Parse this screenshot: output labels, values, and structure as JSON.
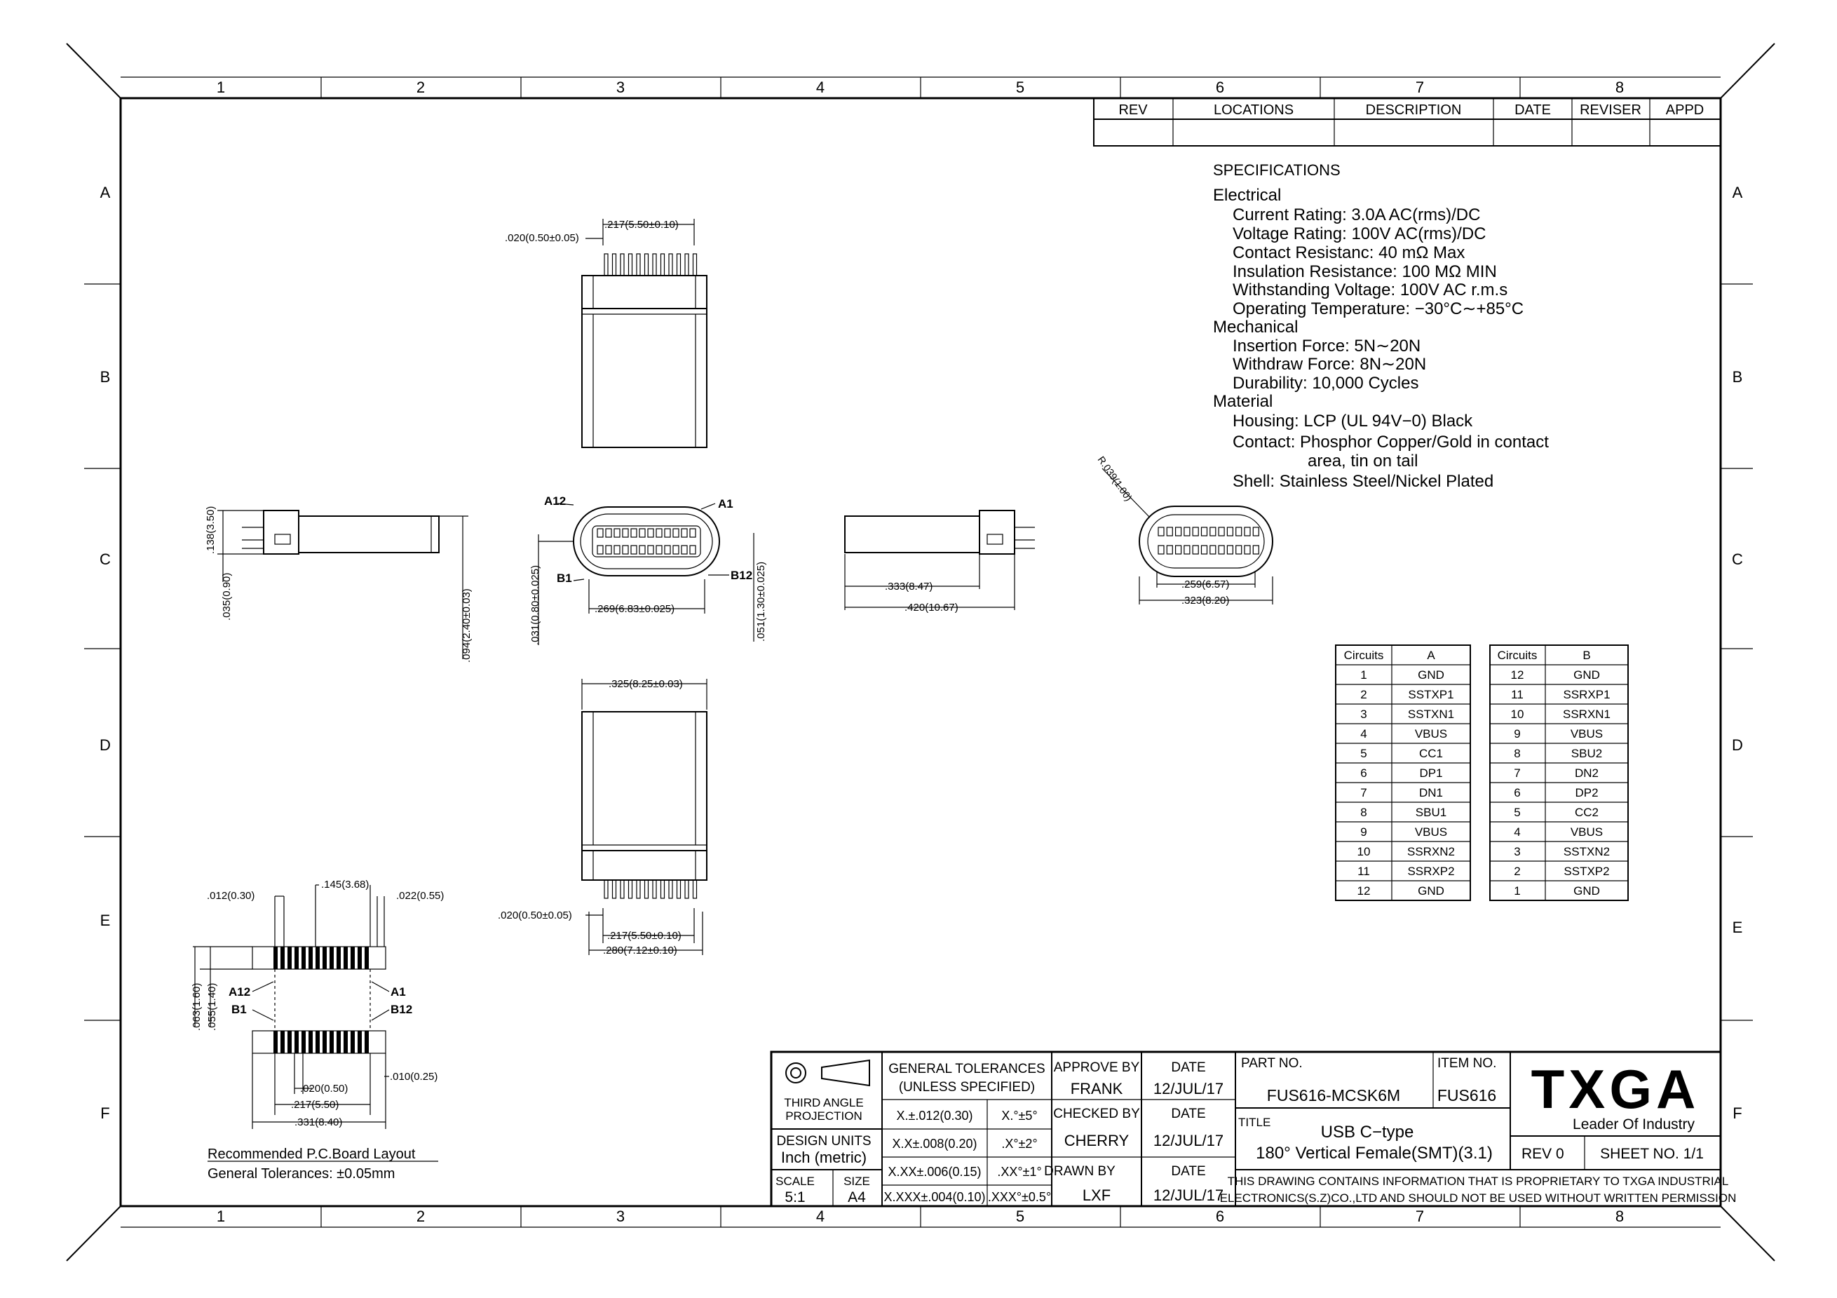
{
  "zones": {
    "columns": [
      "1",
      "2",
      "3",
      "4",
      "5",
      "6",
      "7",
      "8"
    ],
    "rows": [
      "A",
      "B",
      "C",
      "D",
      "E",
      "F"
    ]
  },
  "revision_table": {
    "headers": [
      "REV",
      "LOCATIONS",
      "DESCRIPTION",
      "DATE",
      "REVISER",
      "APPD"
    ]
  },
  "specifications": {
    "title": "SPECIFICATIONS",
    "electrical_title": "Electrical",
    "electrical": [
      "Current Rating: 3.0A  AC(rms)/DC",
      "Voltage Rating: 100V  AC(rms)/DC",
      "Contact Resistanc: 40 mΩ Max",
      "Insulation Resistance: 100 MΩ   MIN",
      "Withstanding Voltage: 100V AC r.m.s",
      "Operating Temperature: −30°C∼+85°C"
    ],
    "mechanical_title": "Mechanical",
    "mechanical": [
      "Insertion Force:  5N∼20N",
      "Withdraw Force:  8N∼20N",
      "Durability:  10,000 Cycles"
    ],
    "material_title": "Material",
    "material": [
      "Housing:  LCP (UL 94V−0) Black",
      "Contact: Phosphor Copper/Gold in contact",
      "area, tin on tail",
      "Shell:  Stainless Steel/Nickel Plated"
    ]
  },
  "circuits_table": {
    "headers": [
      "Circuits",
      "A",
      "Circuits",
      "B"
    ],
    "rows": [
      [
        "1",
        "GND",
        "12",
        "GND"
      ],
      [
        "2",
        "SSTXP1",
        "11",
        "SSRXP1"
      ],
      [
        "3",
        "SSTXN1",
        "10",
        "SSRXN1"
      ],
      [
        "4",
        "VBUS",
        "9",
        "VBUS"
      ],
      [
        "5",
        "CC1",
        "8",
        "SBU2"
      ],
      [
        "6",
        "DP1",
        "7",
        "DN2"
      ],
      [
        "7",
        "DN1",
        "6",
        "DP2"
      ],
      [
        "8",
        "SBU1",
        "5",
        "CC2"
      ],
      [
        "9",
        "VBUS",
        "4",
        "VBUS"
      ],
      [
        "10",
        "SSRXN2",
        "3",
        "SSTXN2"
      ],
      [
        "11",
        "SSRXP2",
        "2",
        "SSTXP2"
      ],
      [
        "12",
        "GND",
        "1",
        "GND"
      ]
    ]
  },
  "dimensions": {
    "top_pin_pitch": ".020(0.50±0.05)",
    "top_pin_span": ".217(5.50±0.10)",
    "side_left_1": ".138(3.50)",
    "side_left_2": ".035(0.90)",
    "side_left_3": ".094(2.40±0.03)",
    "front_A12": "A12",
    "front_A1": "A1",
    "front_B1": "B1",
    "front_B12": "B12",
    "front_width": ".269(6.83±0.025)",
    "front_h1": ".031(0.80±0.025)",
    "front_h2": ".051(1.30±0.025)",
    "side_right_1": ".333(8.47)",
    "side_right_2": ".420(10.67)",
    "radius": "R.039(1.00)",
    "end_w1": ".259(6.57)",
    "end_w2": ".323(8.20)",
    "bottom_width": ".325(8.25±0.03)",
    "bottom_pitch": ".020(0.50±0.05)",
    "bottom_span1": ".217(5.50±0.10)",
    "bottom_span2": ".280(7.12±0.10)",
    "pcb_012": ".012(0.30)",
    "pcb_145": ".145(3.68)",
    "pcb_022": ".022(0.55)",
    "pcb_063": ".063(1.60)",
    "pcb_055": ".055(1.40)",
    "pcb_A12": "A12",
    "pcb_A1": "A1",
    "pcb_B1": "B1",
    "pcb_B12": "B12",
    "pcb_010": ".010(0.25)",
    "pcb_020": ".020(0.50)",
    "pcb_217": ".217(5.50)",
    "pcb_331": ".331(8.40)"
  },
  "pcb_layout": {
    "title": "Recommended P.C.Board Layout",
    "tolerance": "General Tolerances:  ±0.05mm"
  },
  "title_block": {
    "projection_1": "THIRD ANGLE",
    "projection_2": "PROJECTION",
    "general_tol_1": "GENERAL TOLERANCES",
    "general_tol_2": "(UNLESS SPECIFIED)",
    "tol_rows": [
      [
        "X.±.012(0.30)",
        "X.°±5°"
      ],
      [
        "X.X±.008(0.20)",
        ".X°±2°"
      ],
      [
        "X.XX±.006(0.15)",
        ".XX°±1°"
      ],
      [
        "X.XXX±.004(0.10)",
        ".XXX°±0.5°"
      ]
    ],
    "design_units_label": "DESIGN UNITS",
    "design_units_value": "Inch (metric)",
    "scale_label": "SCALE",
    "scale_value": "5:1",
    "size_label": "SIZE",
    "size_value": "A4",
    "approve_label": "APPROVE BY",
    "approve_value": "FRANK",
    "checked_label": "CHECKED BY",
    "checked_value": "CHERRY",
    "drawn_label": "DRAWN BY",
    "drawn_value": "LXF",
    "date_label": "DATE",
    "date_value": "12/JUL/17",
    "part_no_label": "PART NO.",
    "part_no_value": "FUS616-MCSK6M",
    "item_no_label": "ITEM NO.",
    "item_no_value": "FUS616",
    "title_label": "TITLE",
    "title_line1": "USB C−type",
    "title_line2": "180° Vertical Female(SMT)(3.1)",
    "rev": "REV 0",
    "sheet": "SHEET NO. 1/1",
    "notice_1": "THIS DRAWING CONTAINS INFORMATION THAT IS PROPRIETARY TO TXGA INDUSTRIAL",
    "notice_2": "ELECTRONICS(S.Z)CO.,LTD AND SHOULD NOT BE USED WITHOUT WRITTEN PERMISSION",
    "logo_text": "TXGA",
    "logo_tagline": "Leader Of Industry"
  }
}
